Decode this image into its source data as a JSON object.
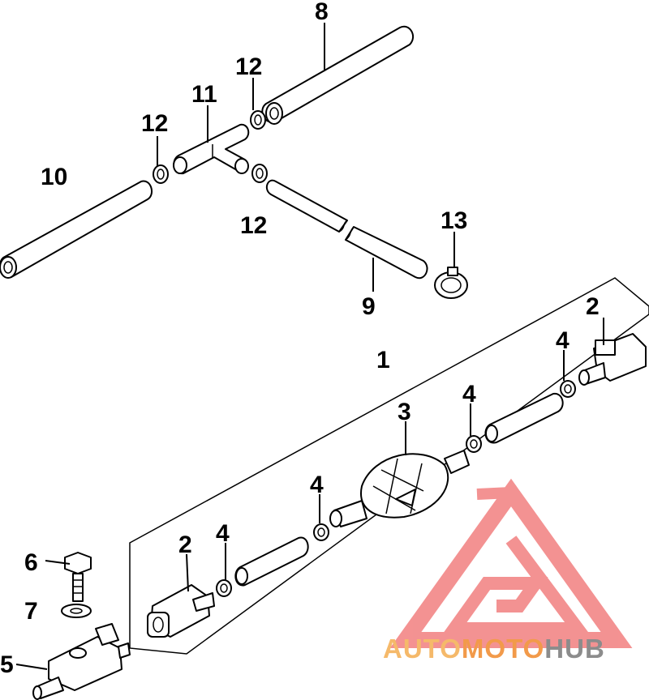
{
  "callouts": {
    "c1": "1",
    "c2a": "2",
    "c2b": "2",
    "c3": "3",
    "c4a": "4",
    "c4b": "4",
    "c4c": "4",
    "c4d": "4",
    "c5": "5",
    "c6": "6",
    "c7": "7",
    "c8": "8",
    "c9": "9",
    "c10": "10",
    "c11": "11",
    "c12a": "12",
    "c12b": "12",
    "c12c": "12",
    "c13": "13"
  },
  "watermark": {
    "part1": "AUTO",
    "part2": "MOTO",
    "part3": "HUB",
    "colors": {
      "auto": "#f5b96a",
      "moto": "#f29a4a",
      "hub": "#8c8c8c",
      "triangle": "#f27f7f"
    }
  }
}
